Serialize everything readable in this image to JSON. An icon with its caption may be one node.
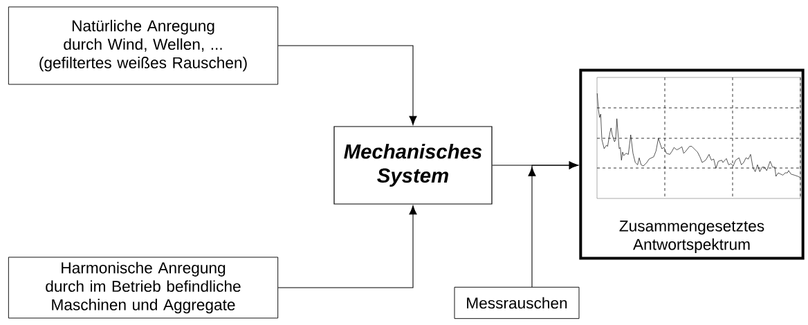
{
  "diagram": {
    "nodes": [
      {
        "text": [
          "Natürliche Anregung durch Wind, Wellen, ... (gefiltertes weißes Rauschen)"
        ]
      },
      {
        "text": [
          "Harmonische Anregung durch im Betrieb befindliche Maschinen und Aggregate"
        ]
      },
      {
        "text": [
          "Mechanisches System"
        ]
      },
      {
        "text": [
          "Messrauschen"
        ]
      },
      {
        "text": [
          "Zusammengesetztes Antwortspektrum"
        ]
      }
    ],
    "edges": [
      {
        "from": 0,
        "to": 2,
        "arrow": "to"
      },
      {
        "from": 1,
        "to": 2,
        "arrow": "to"
      },
      {
        "from": 2,
        "to": 4,
        "arrow": "to"
      },
      {
        "from": 3,
        "to": 4,
        "arrow": "to"
      }
    ]
  }
}
